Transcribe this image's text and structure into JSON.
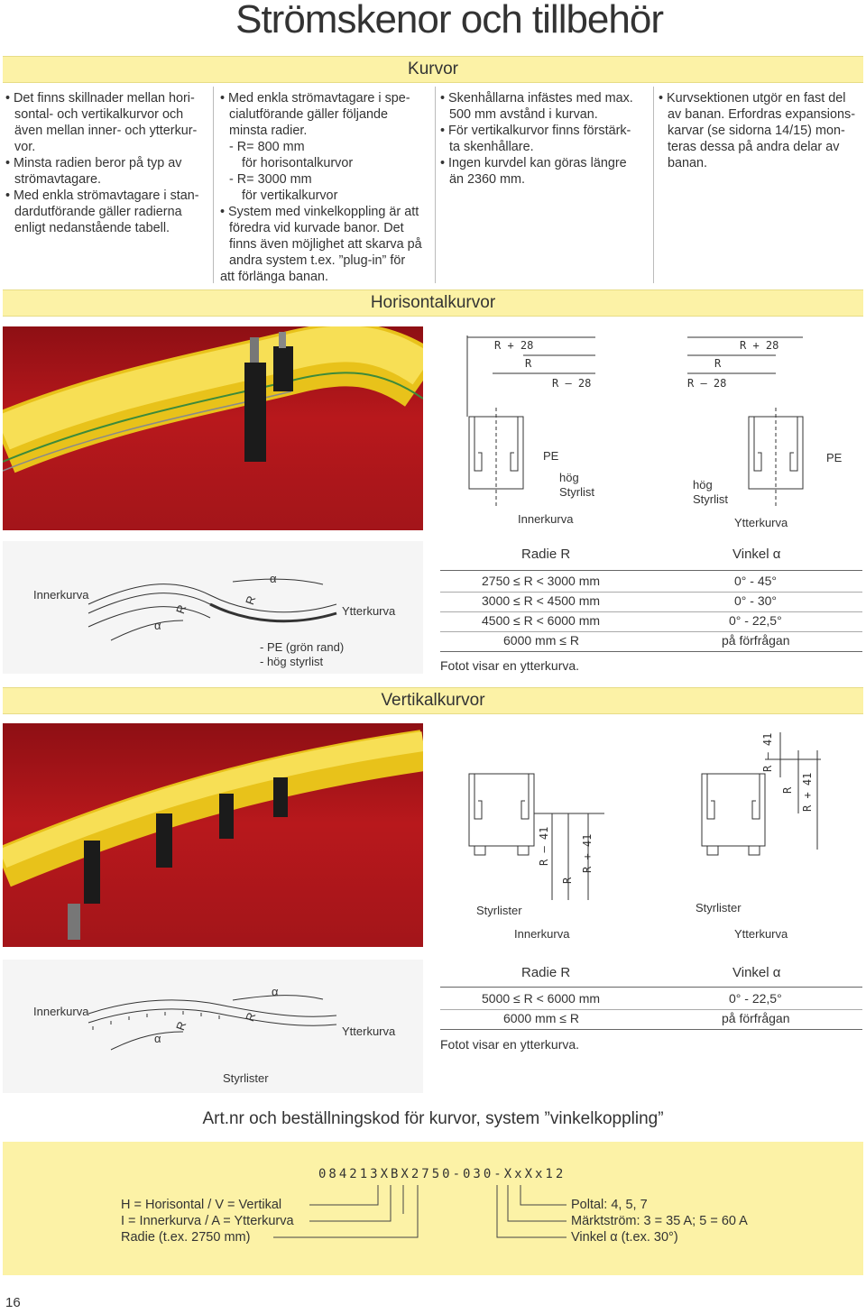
{
  "title": "Strömskenor och tillbehör",
  "sections": {
    "kurvor": "Kurvor",
    "horisontalkurvor": "Horisontalkurvor",
    "vertikalkurvor": "Vertikalkurvor",
    "artnr": "Art.nr och beställningskod för kurvor, system ”vinkelkoppling”"
  },
  "col1": [
    "• Det finns skillnader mellan hori-",
    "sontal- och vertikalkurvor och",
    "även mellan inner- och ytterkur-",
    "vor.",
    "• Minsta radien beror på typ av",
    "strömavtagare.",
    "• Med enkla strömavtagare i stan-",
    "dardutförande gäller radierna",
    "enligt nedanstående tabell."
  ],
  "col2": [
    "• Med enkla strömavtagare i spe-",
    "cialutförande gäller följande",
    "minsta radier.",
    "- R= 800 mm",
    "för horisontalkurvor",
    "- R= 3000 mm",
    "för vertikalkurvor",
    "• System med vinkelkoppling är att",
    "föredra vid kurvade banor. Det",
    "finns även möjlighet att skarva på",
    "andra system t.ex. ”plug-in” för",
    "att förlänga banan."
  ],
  "col3": [
    "• Skenhållarna infästes med max.",
    "500 mm avstånd i kurvan.",
    "• För vertikalkurvor finns förstärk-",
    "ta skenhållare.",
    "• Ingen kurvdel kan göras längre",
    "än 2360 mm."
  ],
  "col4": [
    "• Kurvsektionen utgör en fast del",
    "av banan. Erfordras expansions-",
    "karvar (se sidorna 14/15) mon-",
    "teras dessa på andra delar av",
    "banan."
  ],
  "horiz": {
    "dims_left": [
      "R + 28",
      "R",
      "R – 28"
    ],
    "dims_right": [
      "R + 28",
      "R",
      "R – 28"
    ],
    "pe": "PE",
    "hog": "hög",
    "styrlist": "Styrlist",
    "innerkurva": "Innerkurva",
    "ytterkurva": "Ytterkurva",
    "diag_inner": "Innerkurva",
    "diag_ytter": "Ytterkurva",
    "alpha": "α",
    "r": "R",
    "note1": "- PE (grön rand)",
    "note2": "- hög styrlist",
    "table_head_radie": "Radie R",
    "table_head_vinkel": "Vinkel α",
    "rows": [
      {
        "radie": "2750 ≤ R < 3000 mm",
        "vinkel": "0° - 45°"
      },
      {
        "radie": "3000 ≤ R < 4500 mm",
        "vinkel": "0° - 30°"
      },
      {
        "radie": "4500 ≤ R < 6000 mm",
        "vinkel": "0° - 22,5°"
      },
      {
        "radie": "6000 mm  ≤ R",
        "vinkel": "på förfrågan"
      }
    ],
    "photo_note": "Fotot visar en ytterkurva."
  },
  "vert": {
    "dims_left": [
      "R – 41",
      "R",
      "R + 41"
    ],
    "dims_right": [
      "R – 41",
      "R",
      "R + 41"
    ],
    "styrlister": "Styrlister",
    "innerkurva": "Innerkurva",
    "ytterkurva": "Ytterkurva",
    "diag_inner": "Innerkurva",
    "diag_ytter": "Ytterkurva",
    "diag_styrlister": "Styrlister",
    "alpha": "α",
    "r": "R",
    "table_head_radie": "Radie R",
    "table_head_vinkel": "Vinkel α",
    "rows": [
      {
        "radie": "5000 ≤ R < 6000 mm",
        "vinkel": "0° - 22,5°"
      },
      {
        "radie": "6000 mm  ≤ R",
        "vinkel": "på förfrågan"
      }
    ],
    "photo_note": "Fotot visar en ytterkurva."
  },
  "order": {
    "code": "084213XBX2750-030-XxXx12",
    "left": [
      "H = Horisontal / V = Vertikal",
      "I = Innerkurva / A = Ytterkurva",
      "Radie (t.ex. 2750 mm)"
    ],
    "right": [
      "Poltal: 4, 5, 7",
      "Märktström: 3 = 35 A; 5 = 60 A",
      "Vinkel α (t.ex. 30°)"
    ]
  },
  "page_number": "16",
  "colors": {
    "band": "#fcf2a6",
    "rail": "#f2d43a",
    "photo_bg": "#a3151a"
  }
}
